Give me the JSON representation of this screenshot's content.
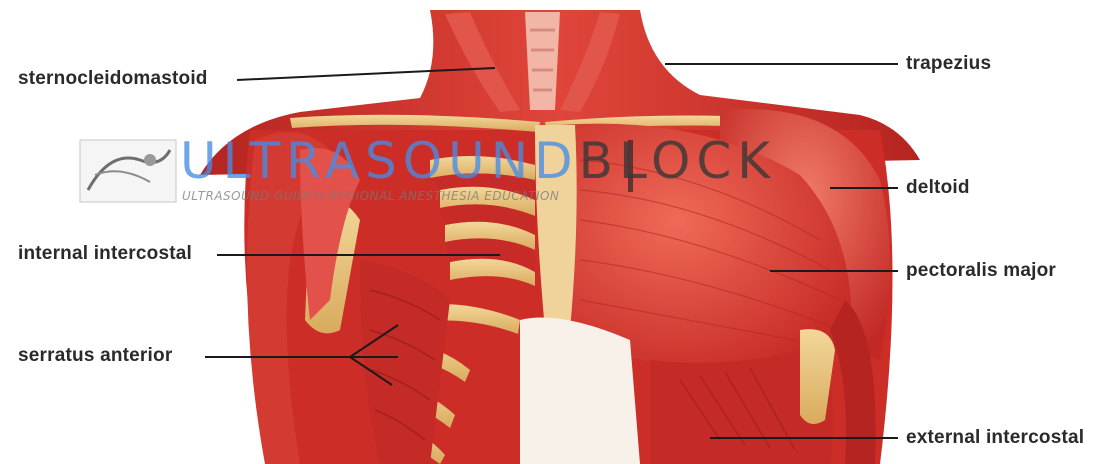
{
  "labels": {
    "sternocleidomastoid": "sternocleidomastoid",
    "trapezius": "trapezius",
    "deltoid": "deltoid",
    "internal_intercostal": "internal intercostal",
    "pectoralis_major": "pectoralis major",
    "serratus_anterior": "serratus anterior",
    "external_intercostal": "external intercostal"
  },
  "watermark": {
    "part1": "ULTRAS",
    "part2": "OUND",
    "part3": "BLOCK",
    "tagline": "ULTRASOUND GUIDED REGIONAL ANESTHESIA EDUCATION"
  },
  "colors": {
    "muscle": "#d8332e",
    "muscle_dark": "#a81f1c",
    "muscle_light": "#ee7a6a",
    "bone": "#e8c27a",
    "cartilage": "#f2dfc0",
    "leader_line": "#1a1a1a"
  }
}
